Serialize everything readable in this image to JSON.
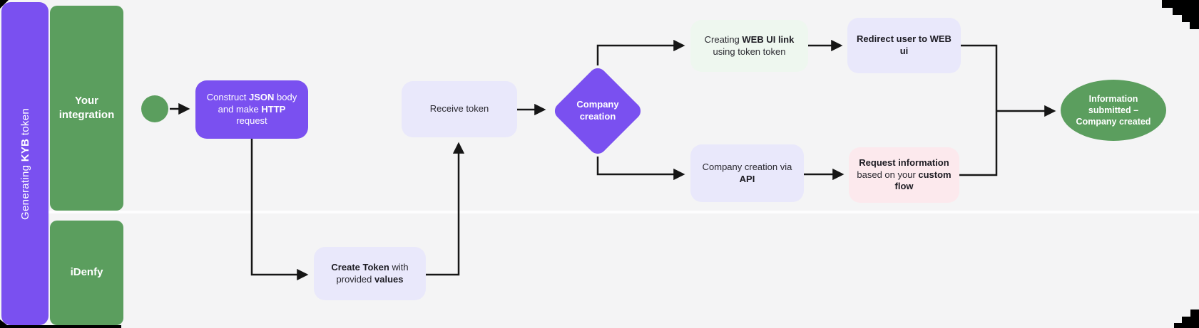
{
  "diagram": {
    "title_segments": [
      {
        "text": "Generating ",
        "bold": false
      },
      {
        "text": "KYB",
        "bold": true
      },
      {
        "text": " token",
        "bold": false
      }
    ],
    "lanes": [
      {
        "label": "Your integration"
      },
      {
        "label": "iDenfy"
      }
    ],
    "colors": {
      "purple": "#7a50f0",
      "green": "#5b9e5e",
      "lavender": "#e9e8fb",
      "mint": "#eef7ef",
      "pink": "#fce9ed",
      "panel": "#f4f4f5",
      "edge": "#161616"
    },
    "nodes": {
      "start": {
        "shape": "circle",
        "label": ""
      },
      "construct_request": {
        "shape": "rounded-box",
        "segments": [
          {
            "text": "Construct ",
            "bold": false
          },
          {
            "text": "JSON",
            "bold": true
          },
          {
            "text": " body and make ",
            "bold": false
          },
          {
            "text": "HTTP",
            "bold": true
          },
          {
            "text": " request",
            "bold": false
          }
        ]
      },
      "create_token": {
        "shape": "rounded-box",
        "segments": [
          {
            "text": "Create Token",
            "bold": true
          },
          {
            "text": " with provided ",
            "bold": false
          },
          {
            "text": "values",
            "bold": true
          }
        ]
      },
      "receive_token": {
        "shape": "rounded-box",
        "segments": [
          {
            "text": "Receive token",
            "bold": false
          }
        ]
      },
      "company_creation": {
        "shape": "diamond",
        "segments": [
          {
            "text": "Company creation",
            "bold": true
          }
        ]
      },
      "web_ui_link": {
        "shape": "rounded-box",
        "segments": [
          {
            "text": "Creating ",
            "bold": false
          },
          {
            "text": "WEB UI link",
            "bold": true
          },
          {
            "text": " using token token",
            "bold": false
          }
        ]
      },
      "redirect_web_ui": {
        "shape": "rounded-box",
        "segments": [
          {
            "text": "Redirect user to WEB ui",
            "bold": true
          }
        ]
      },
      "creation_via_api": {
        "shape": "rounded-box",
        "segments": [
          {
            "text": "Company creation via ",
            "bold": false
          },
          {
            "text": "API",
            "bold": true
          }
        ]
      },
      "request_information": {
        "shape": "rounded-box",
        "segments": [
          {
            "text": "Request information",
            "bold": true
          },
          {
            "text": " based on your ",
            "bold": false
          },
          {
            "text": "custom flow",
            "bold": true
          }
        ]
      },
      "end": {
        "shape": "ellipse",
        "segments": [
          {
            "text": "Information submitted – Company created",
            "bold": true
          }
        ]
      }
    }
  }
}
